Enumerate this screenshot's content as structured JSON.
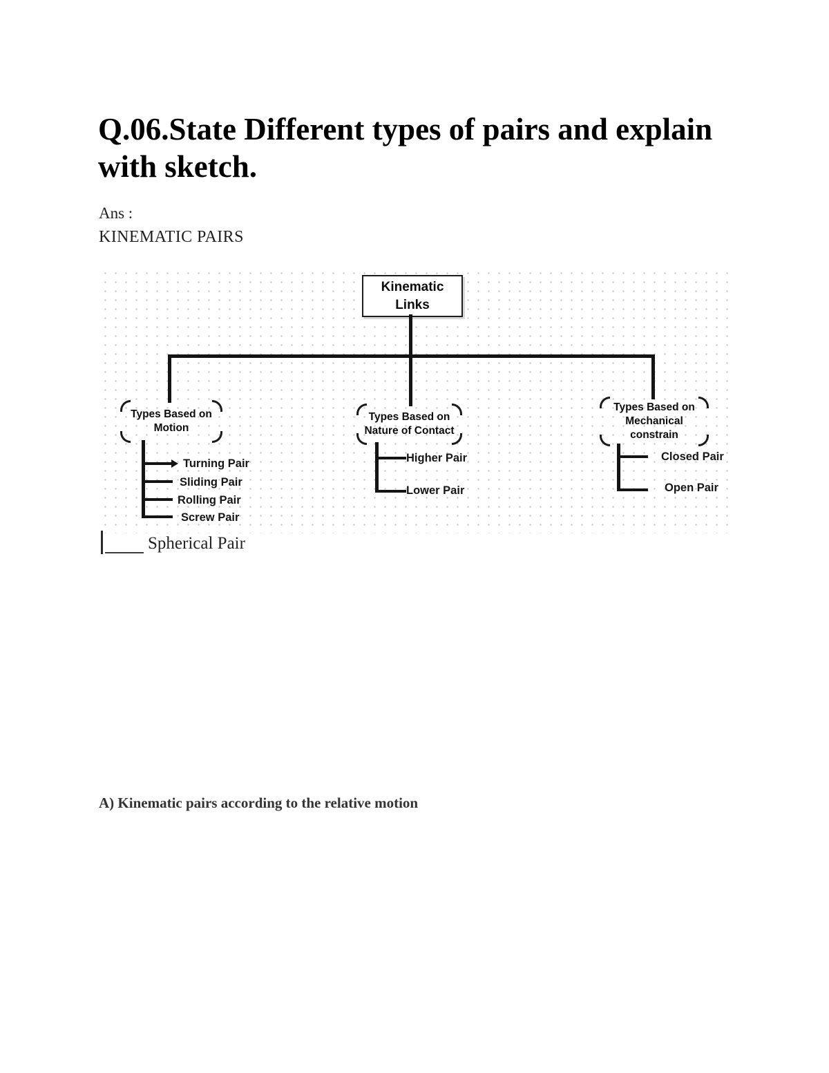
{
  "page": {
    "title": "Q.06.State Different types of pairs and explain with sketch.",
    "answer_label": "Ans :",
    "heading": "KINEMATIC PAIRS",
    "spherical_pair_note": "Spherical Pair",
    "section_heading": "A) Kinematic pairs according to the relative motion"
  },
  "diagram": {
    "root_label": "Kinematic Links",
    "branches": [
      {
        "label": "Types Based on Motion",
        "children": [
          "Turning Pair",
          "Sliding Pair",
          "Rolling Pair",
          "Screw Pair"
        ]
      },
      {
        "label": "Types Based on Nature of Contact",
        "children": [
          "Higher Pair",
          "Lower Pair"
        ]
      },
      {
        "label": "Types Based on Mechanical constrain",
        "children": [
          "Closed Pair",
          "Open Pair"
        ]
      }
    ],
    "colors": {
      "line": "#141414",
      "dot_grid": "#cbcbcb",
      "text": "#111111"
    }
  }
}
